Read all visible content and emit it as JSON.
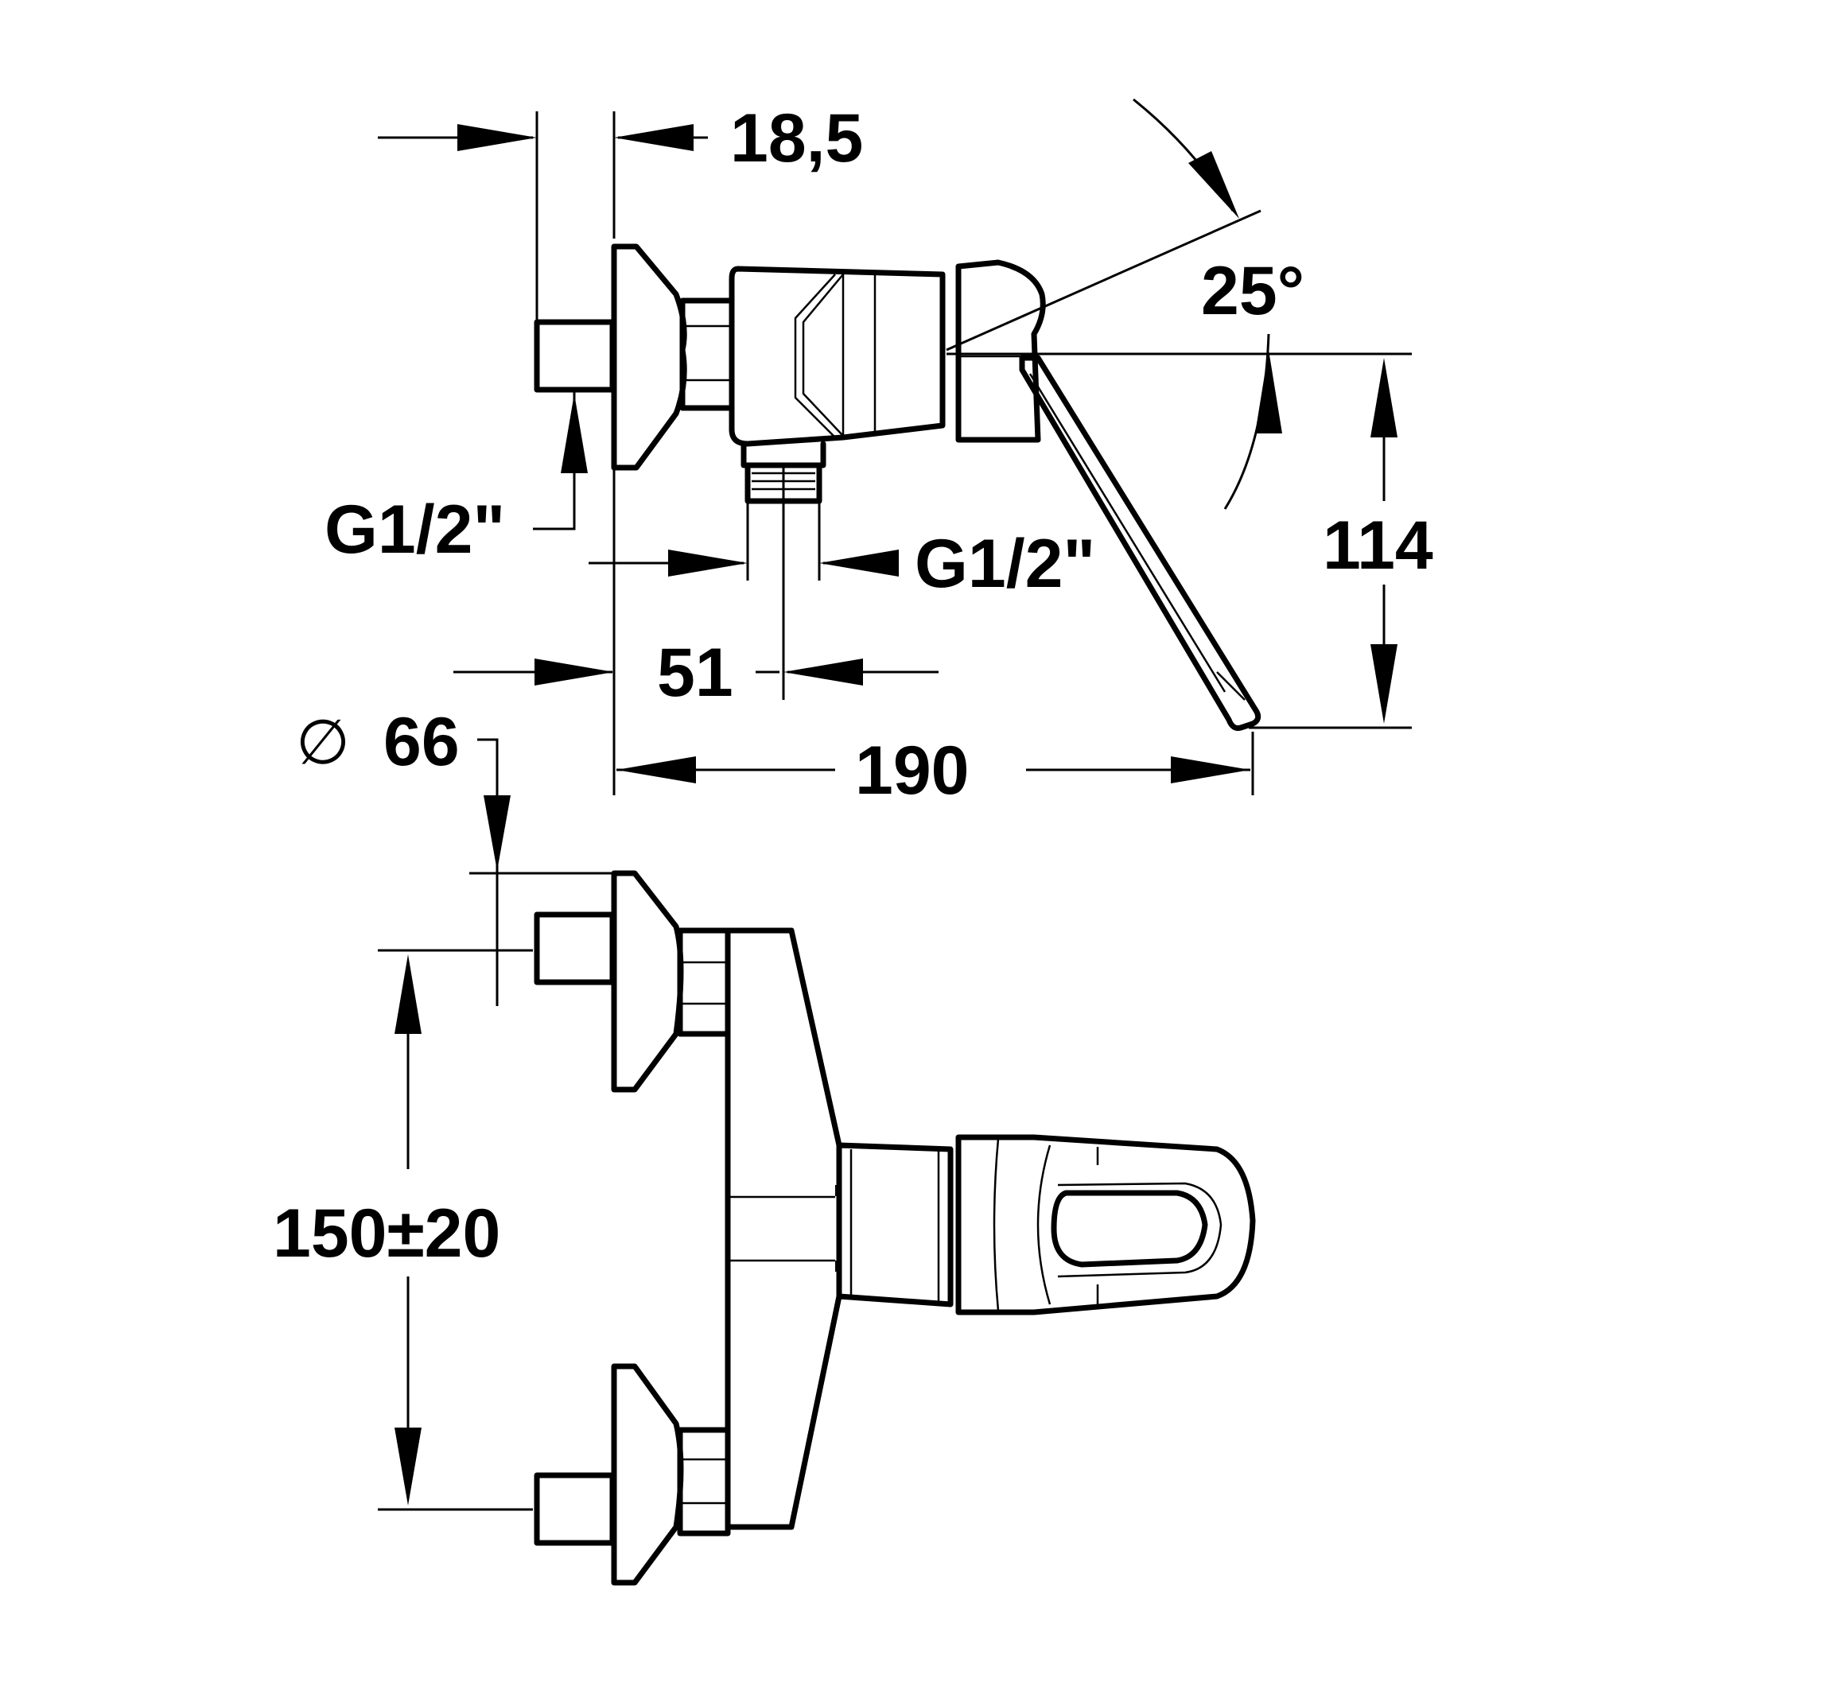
{
  "dimensions": {
    "d_18_5": "18,5",
    "d_25deg": "25°",
    "d_g12_inlet": "G1/2\"",
    "d_g12_outlet": "G1/2\"",
    "d_114": "114",
    "d_51": "51",
    "d_66": "66",
    "d_diameter_symbol": "∅",
    "d_190": "190",
    "d_150_20": "150±20"
  },
  "colors": {
    "line": "#000000",
    "background": "#ffffff"
  }
}
